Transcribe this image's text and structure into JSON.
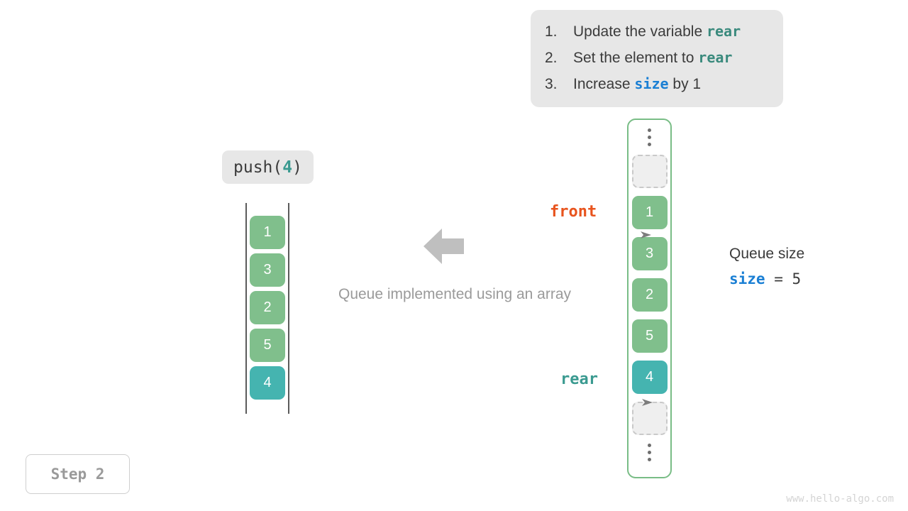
{
  "instructions": {
    "items": [
      {
        "num": "1.",
        "before": "Update the variable ",
        "keyword": "rear",
        "keyword_kind": "rear",
        "after": ""
      },
      {
        "num": "2.",
        "before": "Set the element to ",
        "keyword": "rear",
        "keyword_kind": "rear",
        "after": ""
      },
      {
        "num": "3.",
        "before": "Increase ",
        "keyword": "size",
        "keyword_kind": "size",
        "after": " by 1"
      }
    ]
  },
  "operation": {
    "label_prefix": "push(",
    "label_arg": "4",
    "label_suffix": ")"
  },
  "left_stack": {
    "cells": [
      {
        "value": "1",
        "color": "green"
      },
      {
        "value": "3",
        "color": "green"
      },
      {
        "value": "2",
        "color": "green"
      },
      {
        "value": "5",
        "color": "green"
      },
      {
        "value": "4",
        "color": "teal"
      }
    ]
  },
  "caption": "Queue implemented using an array",
  "array_column": {
    "top_empty_cell": "",
    "bottom_empty_cell": "",
    "cells": [
      {
        "value": "1",
        "color": "green"
      },
      {
        "value": "3",
        "color": "green"
      },
      {
        "value": "2",
        "color": "green"
      },
      {
        "value": "5",
        "color": "green"
      },
      {
        "value": "4",
        "color": "teal"
      }
    ]
  },
  "pointers": {
    "front": {
      "label": "front",
      "color": "#e8541e"
    },
    "rear": {
      "label": "rear",
      "color": "#3a9a90"
    }
  },
  "queue_size": {
    "title": "Queue size",
    "var_name": "size",
    "equals": " = ",
    "value": "5"
  },
  "step_badge": "Step 2",
  "watermark": "www.hello-algo.com",
  "colors": {
    "green_cell": "#80bf8c",
    "teal_cell": "#45b4b0",
    "column_border": "#79bd86",
    "front_orange": "#e8541e",
    "rear_teal": "#3a9a90",
    "size_blue": "#1a7fd4",
    "panel_gray": "#e7e7e7",
    "arrow_gray": "#bfbfbf"
  }
}
